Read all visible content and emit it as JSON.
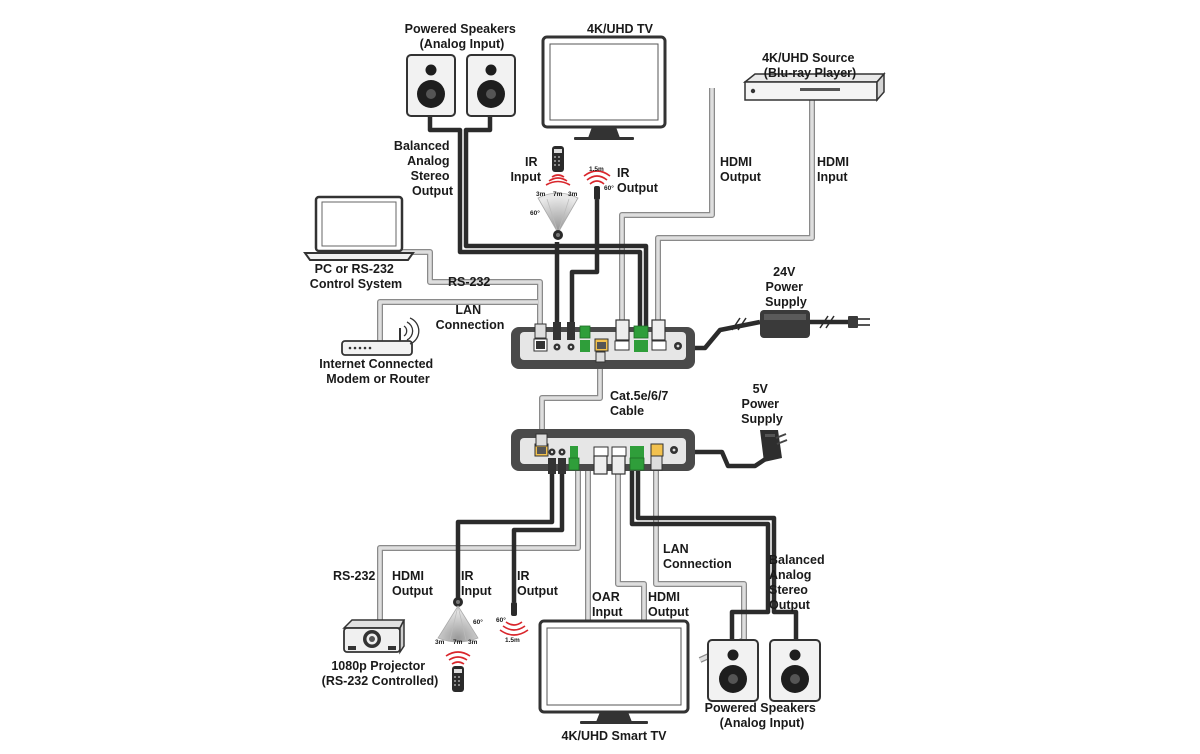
{
  "labels": {
    "speakers_top": [
      "Powered Speakers",
      "(Analog Input)"
    ],
    "tv_top": "4K/UHD TV",
    "source": [
      "4K/UHD Source",
      "(Blu-ray Player)"
    ],
    "balanced_top": [
      "Balanced",
      "Analog",
      "Stereo",
      "Output"
    ],
    "ir_input_top": [
      "IR",
      "Input"
    ],
    "ir_output_top": [
      "IR",
      "Output"
    ],
    "hdmi_output_top": [
      "HDMI",
      "Output"
    ],
    "hdmi_input_top": [
      "HDMI",
      "Input"
    ],
    "pc": [
      "PC or RS-232",
      "Control System"
    ],
    "rs232_top": "RS-232",
    "power_24v": [
      "24V",
      "Power",
      "Supply"
    ],
    "lan_top": [
      "LAN",
      "Connection"
    ],
    "router": [
      "Internet Connected",
      "Modem or Router"
    ],
    "cable": [
      "Cat.5e/6/7",
      "Cable"
    ],
    "power_5v": [
      "5V",
      "Power",
      "Supply"
    ],
    "lan_bottom": [
      "LAN",
      "Connection"
    ],
    "balanced_bottom": [
      "Balanced",
      "Analog",
      "Stereo",
      "Output"
    ],
    "rs232_bottom": "RS-232",
    "hdmi_output_left": [
      "HDMI",
      "Output"
    ],
    "ir_input_bottom": [
      "IR",
      "Input"
    ],
    "ir_output_bottom": [
      "IR",
      "Output"
    ],
    "oar_input": [
      "OAR",
      "Input"
    ],
    "hdmi_output_bottom": [
      "HDMI",
      "Output"
    ],
    "projector": [
      "1080p Projector",
      "(RS-232 Controlled)"
    ],
    "smart_tv": "4K/UHD Smart TV",
    "speakers_bottom": [
      "Powered Speakers",
      "(Analog Input)"
    ]
  },
  "ir_specs": {
    "top_receiver": {
      "left": "3m",
      "center": "7m",
      "right": "3m",
      "angle": "60°"
    },
    "top_emitter": {
      "distance": "1.5m",
      "angle": "60°"
    },
    "bottom_receiver": {
      "left": "3m",
      "center": "7m",
      "right": "3m",
      "angle": "60°"
    },
    "bottom_emitter": {
      "distance": "1.5m",
      "angle": "60°"
    }
  },
  "colors": {
    "thick_cable": "#2b2b2b",
    "thin_cable": "#b5b5b5",
    "device_body": "#4a4a4a",
    "device_panel": "#e6e6e6",
    "terminal_green": "#2f9e3a",
    "ir_red": "#d9262c"
  }
}
